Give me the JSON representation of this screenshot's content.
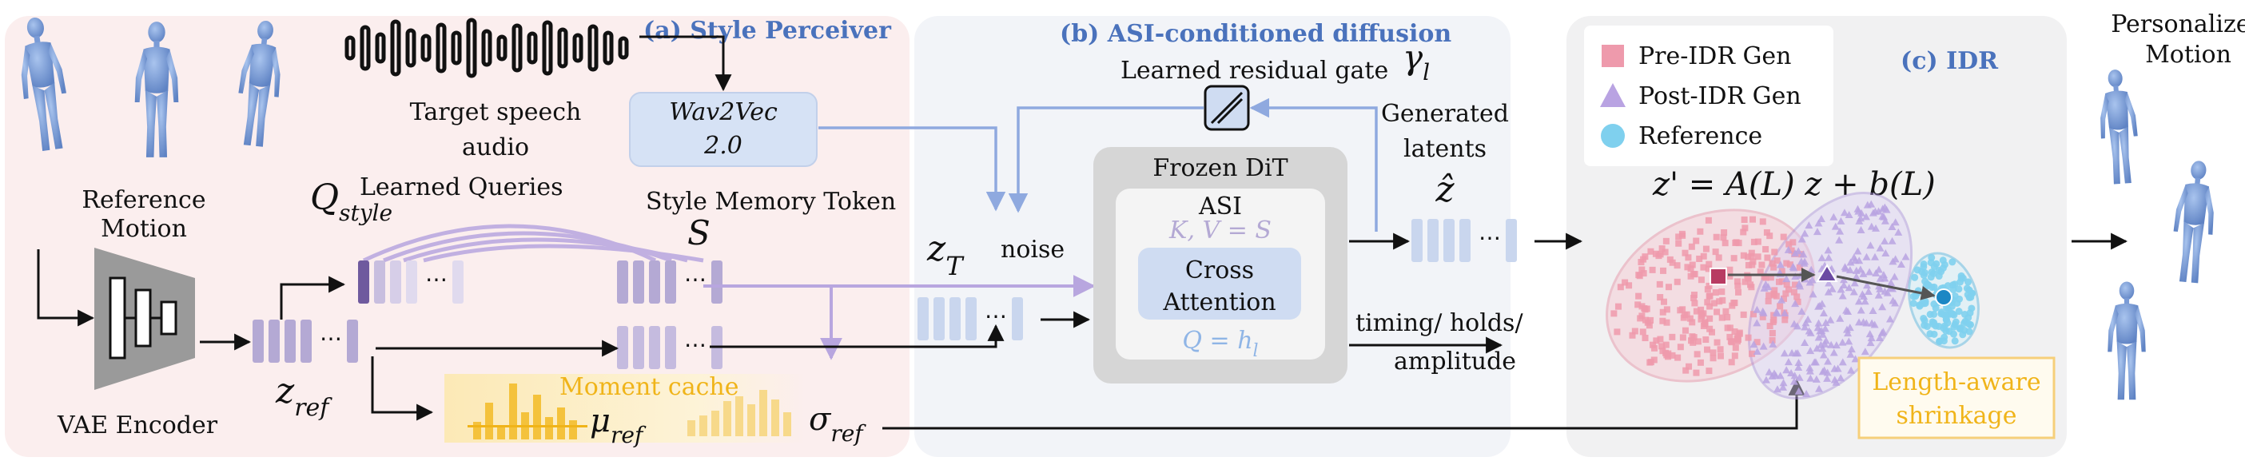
{
  "panels": {
    "a_title": "(a) Style Perceiver",
    "b_title": "(b) ASI-conditioned diffusion",
    "c_title": "(c) IDR"
  },
  "labels": {
    "reference_motion": [
      "Reference",
      "Motion"
    ],
    "target_speech": [
      "Target speech",
      "audio"
    ],
    "wav2vec": [
      "Wav2Vec",
      "2.0"
    ],
    "learned_queries": "Learned Queries",
    "style_memory_token": "Style Memory Token",
    "vae_encoder": "VAE Encoder",
    "moment_cache": "Moment cache",
    "learned_residual_gate": "Learned residual gate",
    "generated_latents": [
      "Generated",
      "latents"
    ],
    "frozen_dit": "Frozen DiT",
    "asi": "ASI",
    "cross_attention": [
      "Cross",
      "Attention"
    ],
    "noise": "noise",
    "timing": [
      "timing/ holds/",
      "amplitude"
    ],
    "personalized_motion": [
      "Personalized",
      "Motion"
    ],
    "length_aware": [
      "Length-aware",
      "shrinkage"
    ]
  },
  "math": {
    "q_main": "Q",
    "q_sub": "style",
    "s": "S",
    "z_ref_main": "z",
    "z_ref_sub": "ref",
    "mu_main": "μ",
    "mu_sub": "ref",
    "sigma_main": "σ",
    "sigma_sub": "ref",
    "zt_main": "z",
    "zt_sub": "T",
    "kv": "K, V = S",
    "q_h_main": "Q = h",
    "q_h_sub": "l",
    "gamma_main": "γ",
    "gamma_sub": "l",
    "zhat": "ẑ",
    "idr_eq": "z' = A(L) z + b(L)"
  },
  "legend": [
    {
      "label": "Pre-IDR Gen",
      "marker": "square",
      "color": "#ee9aac"
    },
    {
      "label": "Post-IDR Gen",
      "marker": "triangle",
      "color": "#b9a3e2"
    },
    {
      "label": "Reference",
      "marker": "circle",
      "color": "#7fd0ee"
    }
  ],
  "colors": {
    "panel_a_bg": "#fbeeee",
    "panel_b_bg": "#f2f4f8",
    "panel_c_bg": "#f1f1f2",
    "title_blue": "#4a72bc",
    "token_purple": "#b4a9d4",
    "token_blue": "#c9d6ee",
    "moment_yellow": "#f4c23c"
  }
}
